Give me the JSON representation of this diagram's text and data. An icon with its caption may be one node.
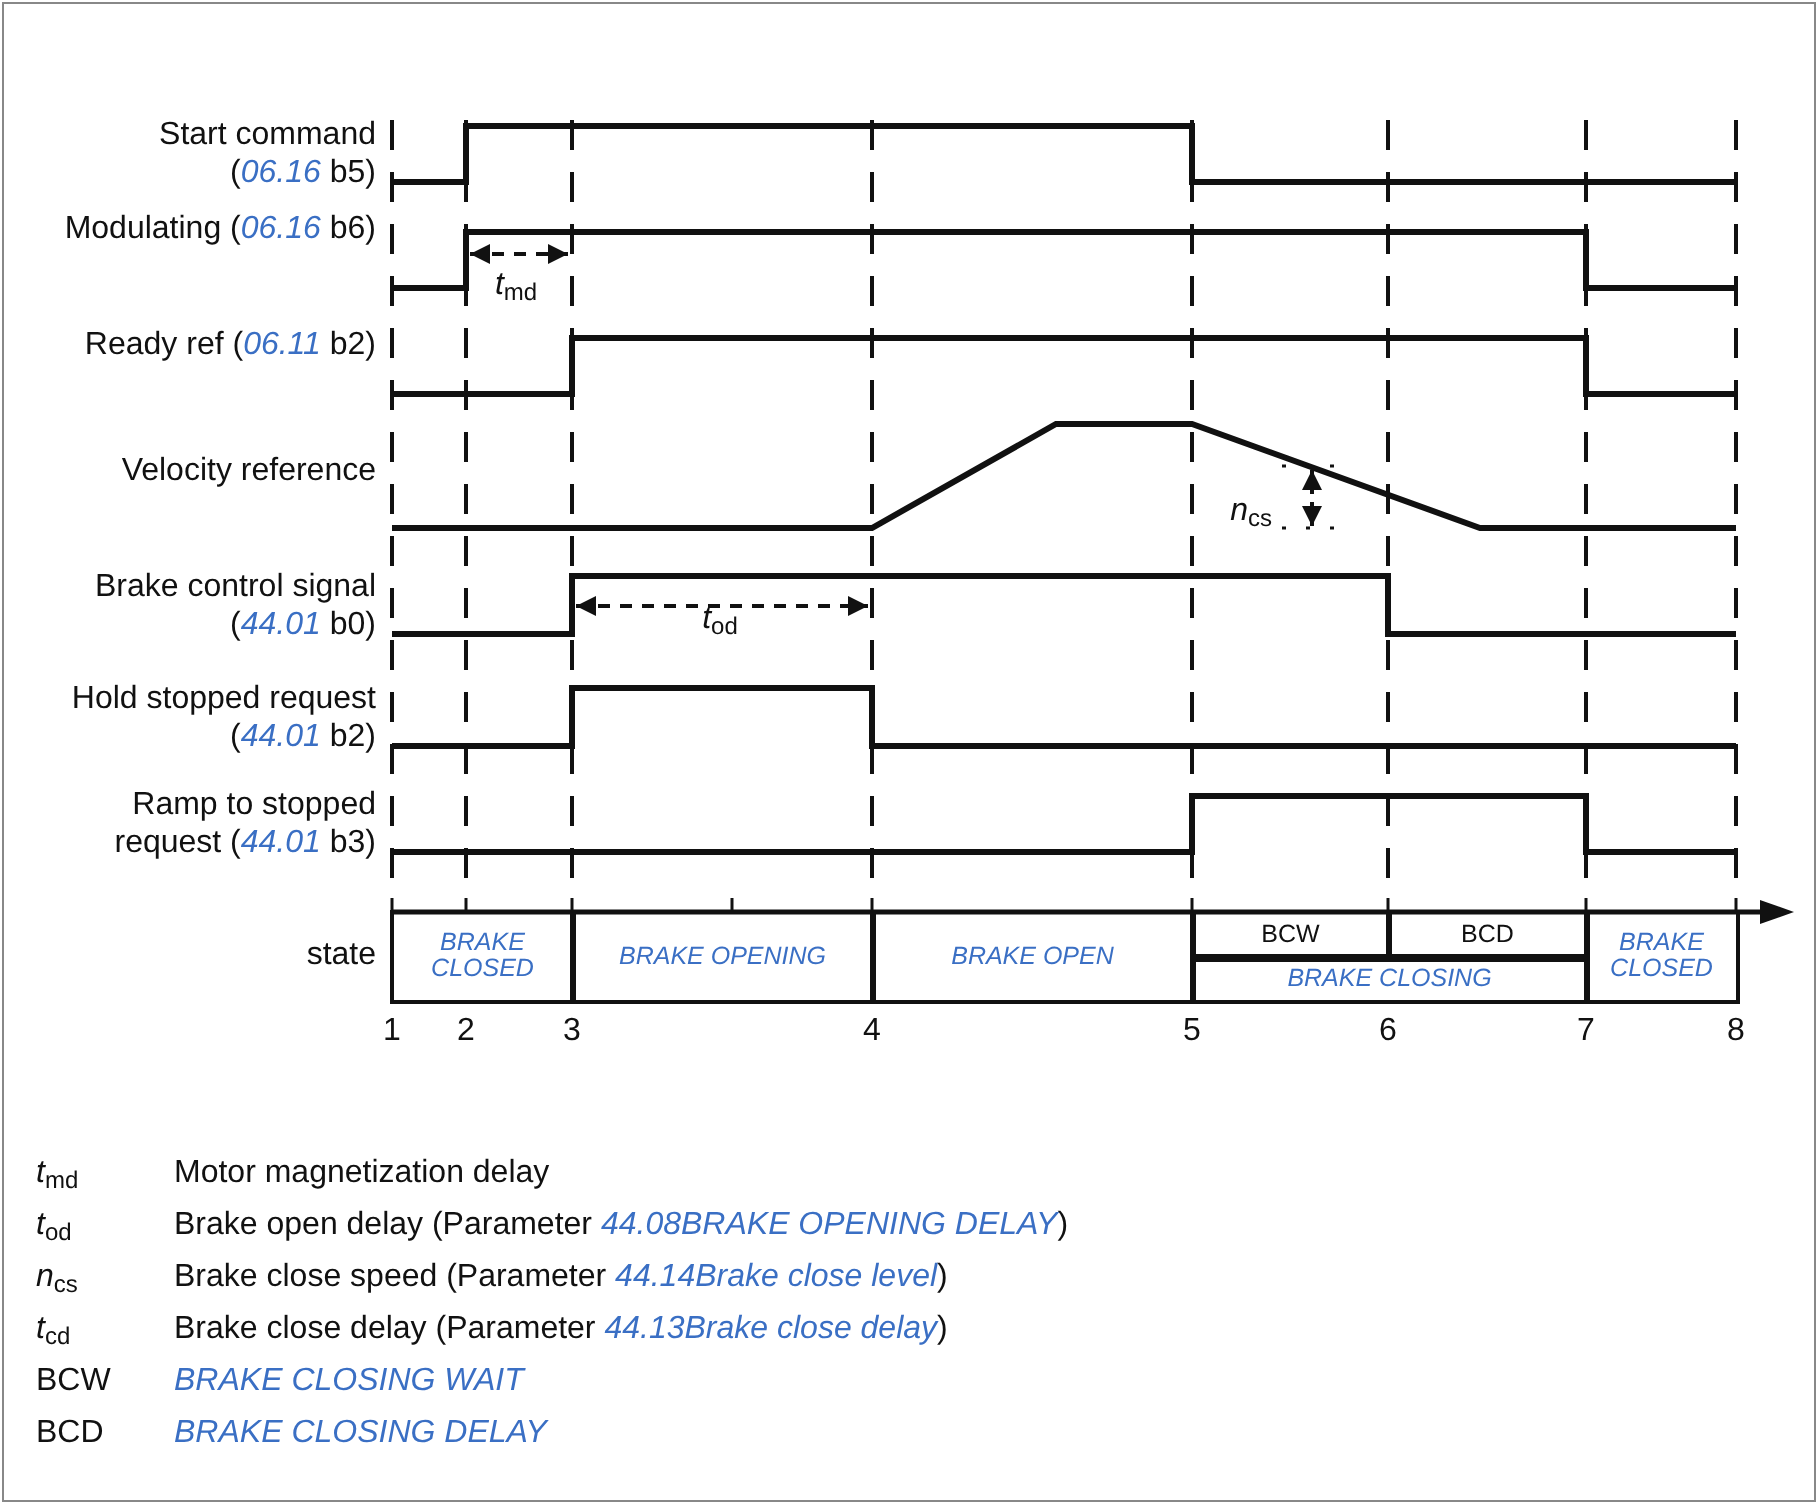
{
  "diagram": {
    "nodes": [
      {
        "text": [
          "BRAKE CLOSED"
        ]
      },
      {
        "text": [
          "BRAKE OPENING"
        ]
      },
      {
        "text": [
          "BRAKE OPEN"
        ]
      },
      {
        "text": [
          "BCW"
        ]
      },
      {
        "text": [
          "BCD"
        ]
      },
      {
        "text": [
          "BRAKE CLOSING"
        ]
      },
      {
        "text": [
          "BRAKE CLOSED"
        ]
      }
    ],
    "labels": [
      "Start command (*06.16* b5)",
      "Modulating (*06.16* b6)",
      "*t*$_{md}$",
      "Ready ref (*06.11* b2)",
      "Velocity reference",
      "*n*$_{cs}$",
      "Brake control signal (*44.01* b0)",
      "*t*$_{od}$",
      "Hold stopped request (*44.01* b2)",
      "Ramp to stopped request (*44.01* b3)",
      "state",
      "1",
      "2",
      "3",
      "4",
      "5",
      "6",
      "7",
      "8",
      "*t*$_{md}$",
      "Motor magnetization delay",
      "*t*$_{od}$",
      "Brake open delay (Parameter *44.08BRAKE OPENING DELAY*)",
      "*n*$_{cs}$",
      "Brake close speed (Parameter *44.14Brake close level*)",
      "*t*$_{cd}$",
      "Brake close delay (Parameter *44.13Brake close delay*)",
      "BCW",
      "BRAKE CLOSING WAIT",
      "BCD",
      "BRAKE CLOSING DELAY"
    ]
  }
}
